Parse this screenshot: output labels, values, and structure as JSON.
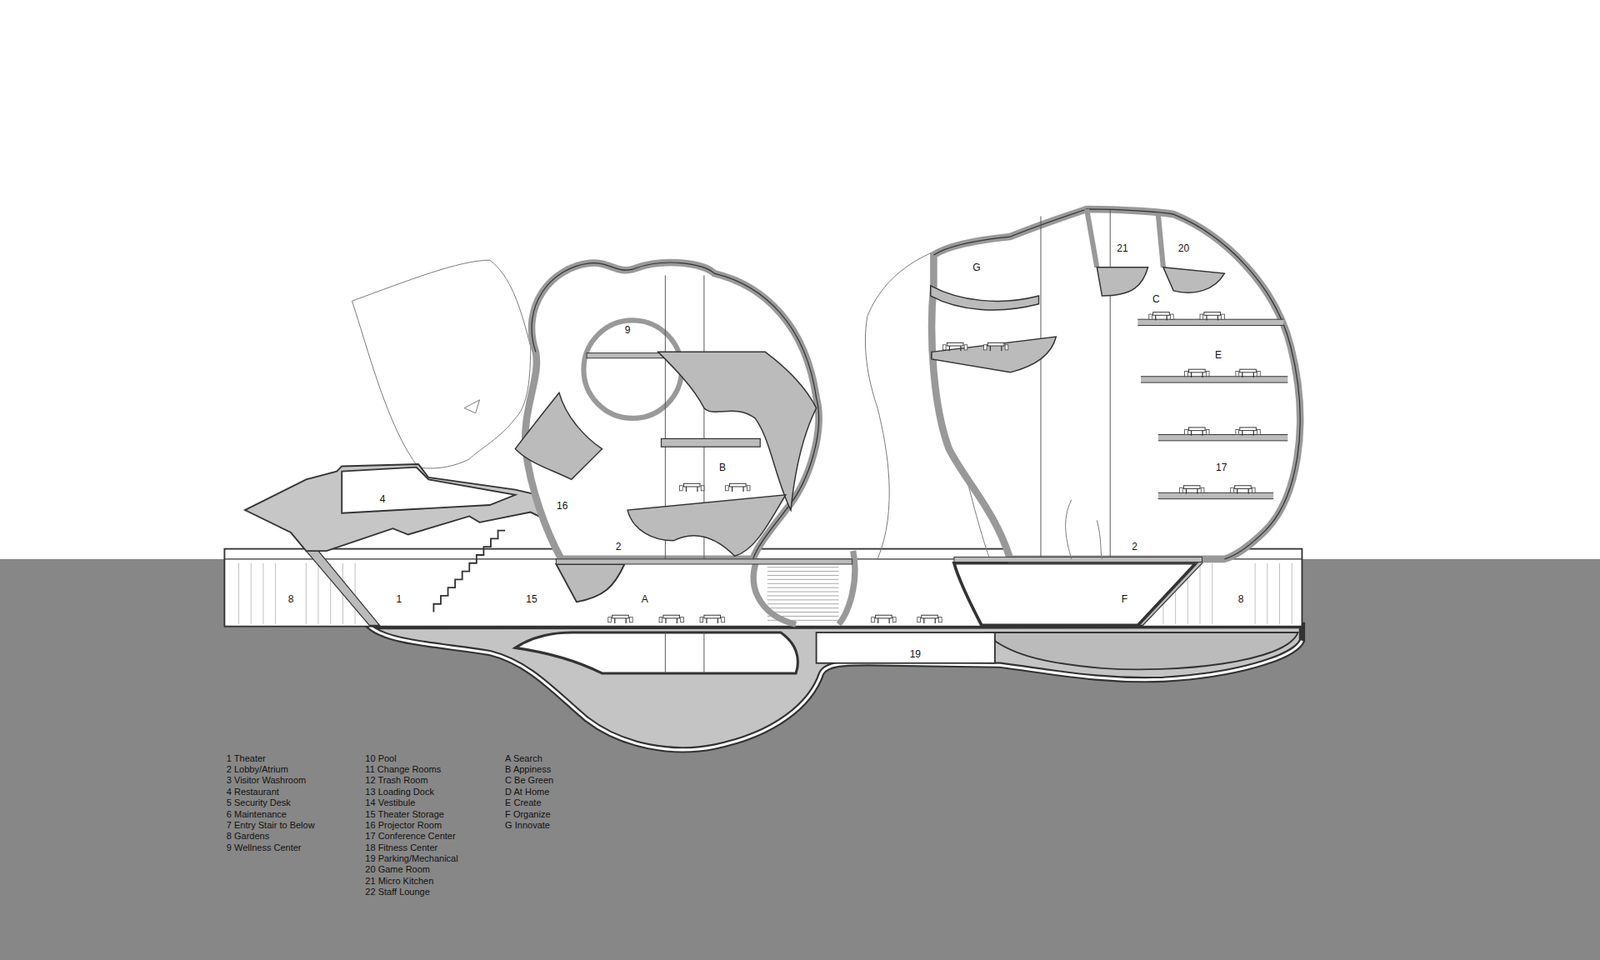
{
  "diagram": {
    "labels": [
      "9",
      "21",
      "20",
      "G",
      "C",
      "E",
      "B",
      "17",
      "4",
      "16",
      "2",
      "2",
      "8",
      "1",
      "15",
      "A",
      "F",
      "8",
      "19"
    ],
    "legend": [
      {
        "text": "1 Theater"
      },
      {
        "text": "2 Lobby/Atrium"
      },
      {
        "text": "3 Visitor Washroom"
      },
      {
        "text": "4 Restaurant"
      },
      {
        "text": "5 Security Desk"
      },
      {
        "text": "6 Maintenance"
      },
      {
        "text": "7 Entry Stair to Below"
      },
      {
        "text": "8 Gardens"
      },
      {
        "text": "9 Wellness Center"
      },
      {
        "text": "10 Pool"
      },
      {
        "text": "11 Change Rooms"
      },
      {
        "text": "12 Trash Room"
      },
      {
        "text": "13 Loading Dock"
      },
      {
        "text": "14 Vestibule"
      },
      {
        "text": "15 Theater Storage"
      },
      {
        "text": "16 Projector Room"
      },
      {
        "text": "17 Conference Center"
      },
      {
        "text": "18 Fitness Center"
      },
      {
        "text": "19 Parking/Mechanical"
      },
      {
        "text": "20 Game Room"
      },
      {
        "text": "21 Micro Kitchen"
      },
      {
        "text": "22 Staff Lounge"
      },
      {
        "text": "A Search"
      },
      {
        "text": "B Appiness"
      },
      {
        "text": "C Be Green"
      },
      {
        "text": "D At Home"
      },
      {
        "text": "E Create"
      },
      {
        "text": "F Organize"
      },
      {
        "text": "G Innovate"
      }
    ]
  }
}
